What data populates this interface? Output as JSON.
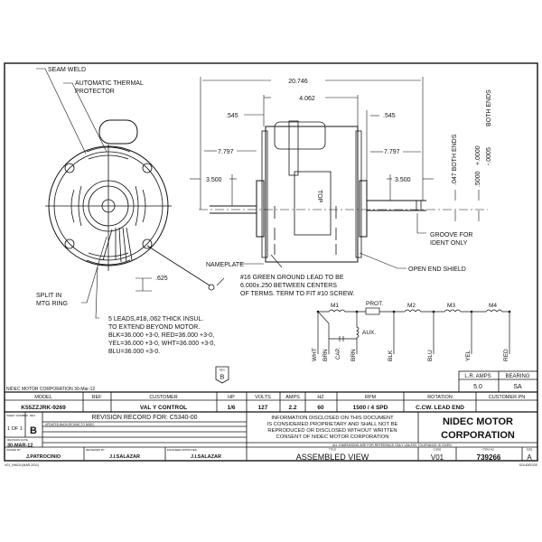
{
  "drawing": {
    "callouts": {
      "seam_weld": "SEAM WELD",
      "thermal_1": "AUTOMATIC THERMAL",
      "thermal_2": "PROTECTOR",
      "split_1": "SPLIT   IN",
      "split_2": "MTG RING",
      "leads": [
        "5 LEADS,#18,.062 THICK INSUL.",
        "TO EXTEND BEYOND MOTOR.",
        "BLK=36.000 +3-0, RED=36.000 +3-0,",
        "YEL=36.000 +3-0, WHT=36.000 +3-0,",
        "BLU=36.000 +3-0."
      ],
      "nameplate": "NAMEPLATE",
      "ground": [
        "#16 GREEN GROUND LEAD TO BE",
        "6.000±.250 BETWEEN CENTERS",
        "OF TERMS. TERM TO FIT #10 SCREW."
      ],
      "open_end_shield": "OPEN END SHIELD",
      "groove_1": "GROOVE FOR",
      "groove_2": "IDENT ONLY",
      "top": "TOP"
    },
    "dimensions": {
      "overall": "20.746",
      "body": "4.062",
      "flange_left": ".545",
      "flange_right": ".545",
      "shaft_left_7797": "7.797",
      "shaft_right_7797": "7.797",
      "shaft_left_3500": "3.500",
      "shaft_right_3500": "3.500",
      "lead_625": ".625",
      "flat": ".047 BOTH ENDS",
      "dia": ".5000",
      "tol_plus": "+.0000",
      "tol_minus": "-.0005",
      "both_ends": "BOTH ENDS"
    },
    "schematic": {
      "m1": "M1",
      "prot": "PROT.",
      "m2": "M2",
      "m3": "M3",
      "m4": "M4",
      "aux": "AUX.",
      "cap": "CAP.",
      "wires": [
        "WHT",
        "BRN",
        "BRN",
        "BLK",
        "BLU",
        "YEL",
        "RED"
      ]
    }
  },
  "title_block": {
    "lr_amps_label": "L.R. AMPS",
    "lr_amps": "5.0",
    "bearing_label": "BEARING",
    "bearing": "SA",
    "rev_badge_label": "REV",
    "rev_badge": "B",
    "company_date": "NIDEC MOTOR CORPORATION 30-Mar-12",
    "headers": [
      "MODEL",
      "REF",
      "CUSTOMER",
      "HP",
      "VOLTS",
      "AMPS",
      "HZ",
      "RPM",
      "ROTATION",
      "CUSTOMER PN"
    ],
    "values": [
      "K55ZZJRK-9269",
      "",
      "VAL Y CONTROL",
      "1/6",
      "127",
      "2.2",
      "60",
      "1500 / 4 SPD",
      "C.CW. LEAD END",
      ""
    ],
    "sheet_label": "SHEET NUMBER",
    "sheet": "1 OF 1",
    "rev_label": "REV",
    "rev": "B",
    "revision_title": "REVISION RECORD FOR: C5340-00",
    "revision_entry": "UPDATED BACKGROUND TO NIDEC",
    "revision_date_label": "REVISION DATE",
    "revision_date": "30-MAR-12",
    "issued_label": "ISSUED BY",
    "issued": "J.PATROCINIO",
    "reviewed_label": "REVIEWED BY",
    "reviewed": "J.I.SALAZAR",
    "engineer_label": "ENGINEER APPROVED",
    "engineer": "J.I.SALAZAR",
    "disclaimer": [
      "INFORMATION DISCLOSED ON THIS DOCUMENT",
      "IS CONSIDERED PROPRIETARY AND SHALL NOT BE",
      "REPRODUCED OR DISCLOSED WITHOUT WRITTEN",
      "CONSENT OF NIDEC MOTOR CORPORATION"
    ],
    "company_1": "NIDEC MOTOR",
    "company_2": "CORPORATION",
    "dims_note": "ALL DIMENSIONS ARE FOR REFERENCE ONLY UNLESS TOLERANCE IS GIVEN",
    "title_label": "TITLE",
    "title": "ASSEMBLED VIEW",
    "code_label": "CODE",
    "code": "V01",
    "item_label": "ITEM NO.",
    "item": "739266",
    "size_label": "SIZE",
    "size": "A",
    "form_id": "V01_NMCA (MAR-2011)",
    "software": "SOLIDEDGE"
  }
}
